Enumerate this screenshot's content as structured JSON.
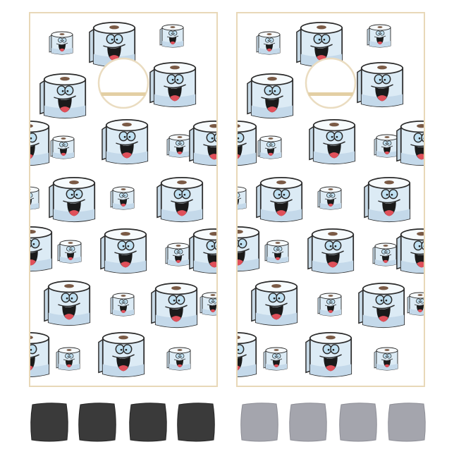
{
  "product": {
    "boards": [
      {
        "name": "left-board",
        "design": "smiling-toilet-paper-roll-pattern"
      },
      {
        "name": "right-board",
        "design": "smiling-toilet-paper-roll-pattern"
      }
    ],
    "bag_sets": [
      {
        "name": "dark-bags",
        "count": 4,
        "color": "#3a3a3a"
      },
      {
        "name": "gray-bags",
        "count": 4,
        "color": "#a4a5ad"
      }
    ]
  },
  "colors": {
    "board_frame": "#e8d8b8",
    "board_background": "#ffffff",
    "roll_body": "#d9e9f3",
    "roll_outline": "#2a2a2a",
    "mouth": "#1a1a1a",
    "tongue": "#e0505a",
    "core": "#7a5a45",
    "eye": "#bfe0f2",
    "hole_edge": "#eadcc0"
  },
  "icons": [
    "toilet-paper-roll-icon",
    "cornhole-hole-icon",
    "bean-bag-icon"
  ]
}
